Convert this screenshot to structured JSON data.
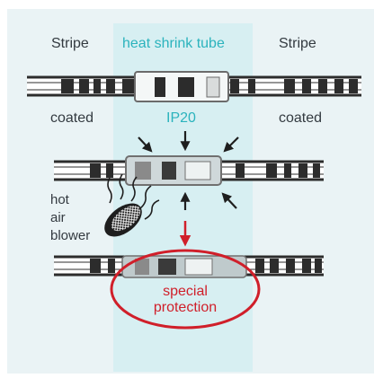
{
  "labels": {
    "stripe_left": "Stripe",
    "heat_shrink_tube": "heat shrink tube",
    "stripe_right": "Stripe",
    "coated_left": "coated",
    "ip20": "IP20",
    "coated_right": "coated",
    "hot_air_blower": [
      "hot",
      "air",
      "blower"
    ],
    "special_protection": [
      "special",
      "protection"
    ]
  },
  "colors": {
    "outer_background": "#eaf3f5",
    "tube_region": "#d7eff2",
    "strip": "#2c2c2c",
    "tube_color": "#cfd8da",
    "accent_teal": "#2bb3bd",
    "accent_red": "#d01f2a"
  },
  "icons": [
    "hot-air-blower-icon",
    "press-arrow-icon",
    "red-arrow-icon",
    "highlight-ellipse"
  ]
}
